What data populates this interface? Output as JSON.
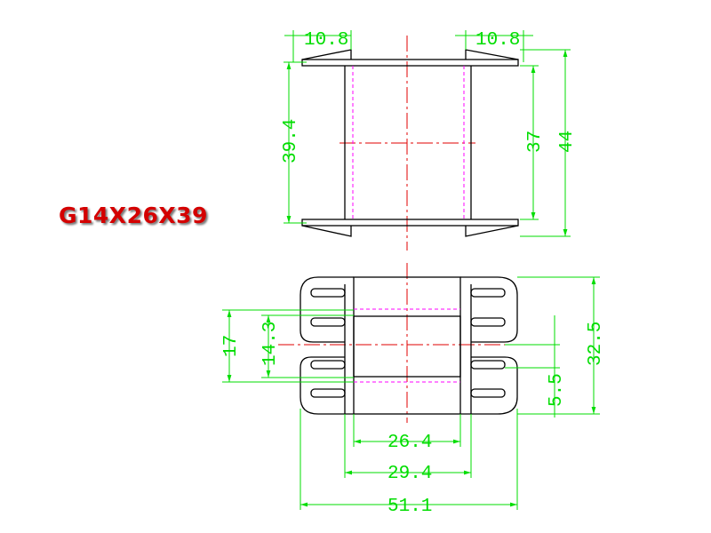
{
  "title": "G14X26X39",
  "colors": {
    "title": "#d40000",
    "outline": "#000000",
    "dimension": "#00dd00",
    "centerline": "#e00000",
    "hidden": "#ff00ff",
    "background": "#ffffff"
  },
  "top_view": {
    "flange_width_left": "10.8",
    "flange_width_right": "10.8",
    "inner_height": "39.4",
    "tube_height": "37",
    "overall_height": "44"
  },
  "front_view": {
    "pin_span": "17",
    "window_height": "14.3",
    "overall_height": "32.5",
    "pin_pitch": "5.5",
    "inner_width": "26.4",
    "tube_width": "29.4",
    "overall_width": "51.1"
  }
}
